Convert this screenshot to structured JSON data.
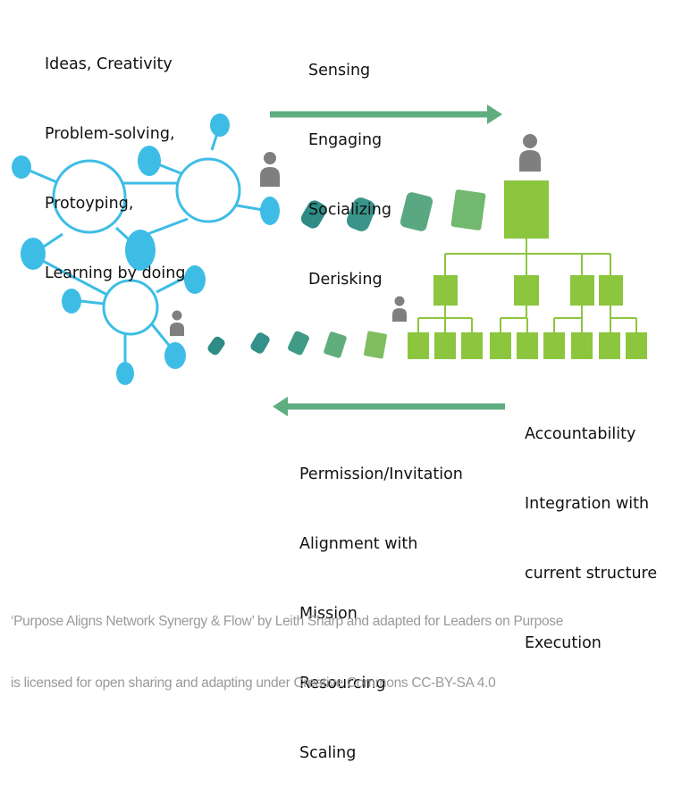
{
  "labels": {
    "top_left": [
      "Ideas, Creativity",
      "Problem-solving,",
      "Protoyping,",
      "Learning by doing"
    ],
    "top_middle": [
      "Sensing",
      "Engaging",
      "Socializing",
      "Derisking"
    ],
    "right": [
      "Accountability",
      "Integration with",
      "current structure",
      "Execution"
    ],
    "bottom_middle": [
      "Permission/Invitation",
      "Alignment with",
      "Mission",
      "Resourcing",
      "Scaling"
    ]
  },
  "credit": [
    "‘Purpose Aligns Network Synergy & Flow’ by Leith Sharp and adapted for Leaders on Purpose",
    "is licensed for open sharing and adapting under Creative Commons CC-BY-SA 4.0"
  ],
  "colors": {
    "network_blue": "#3dbde6",
    "hierarchy_green": "#8cc63f",
    "arrow_green": "#5fae80",
    "teal_dark": "#2e8b86",
    "person_gray": "#7f7f7f"
  },
  "icons": [
    "person-icon",
    "arrow-right-icon",
    "arrow-left-icon"
  ]
}
